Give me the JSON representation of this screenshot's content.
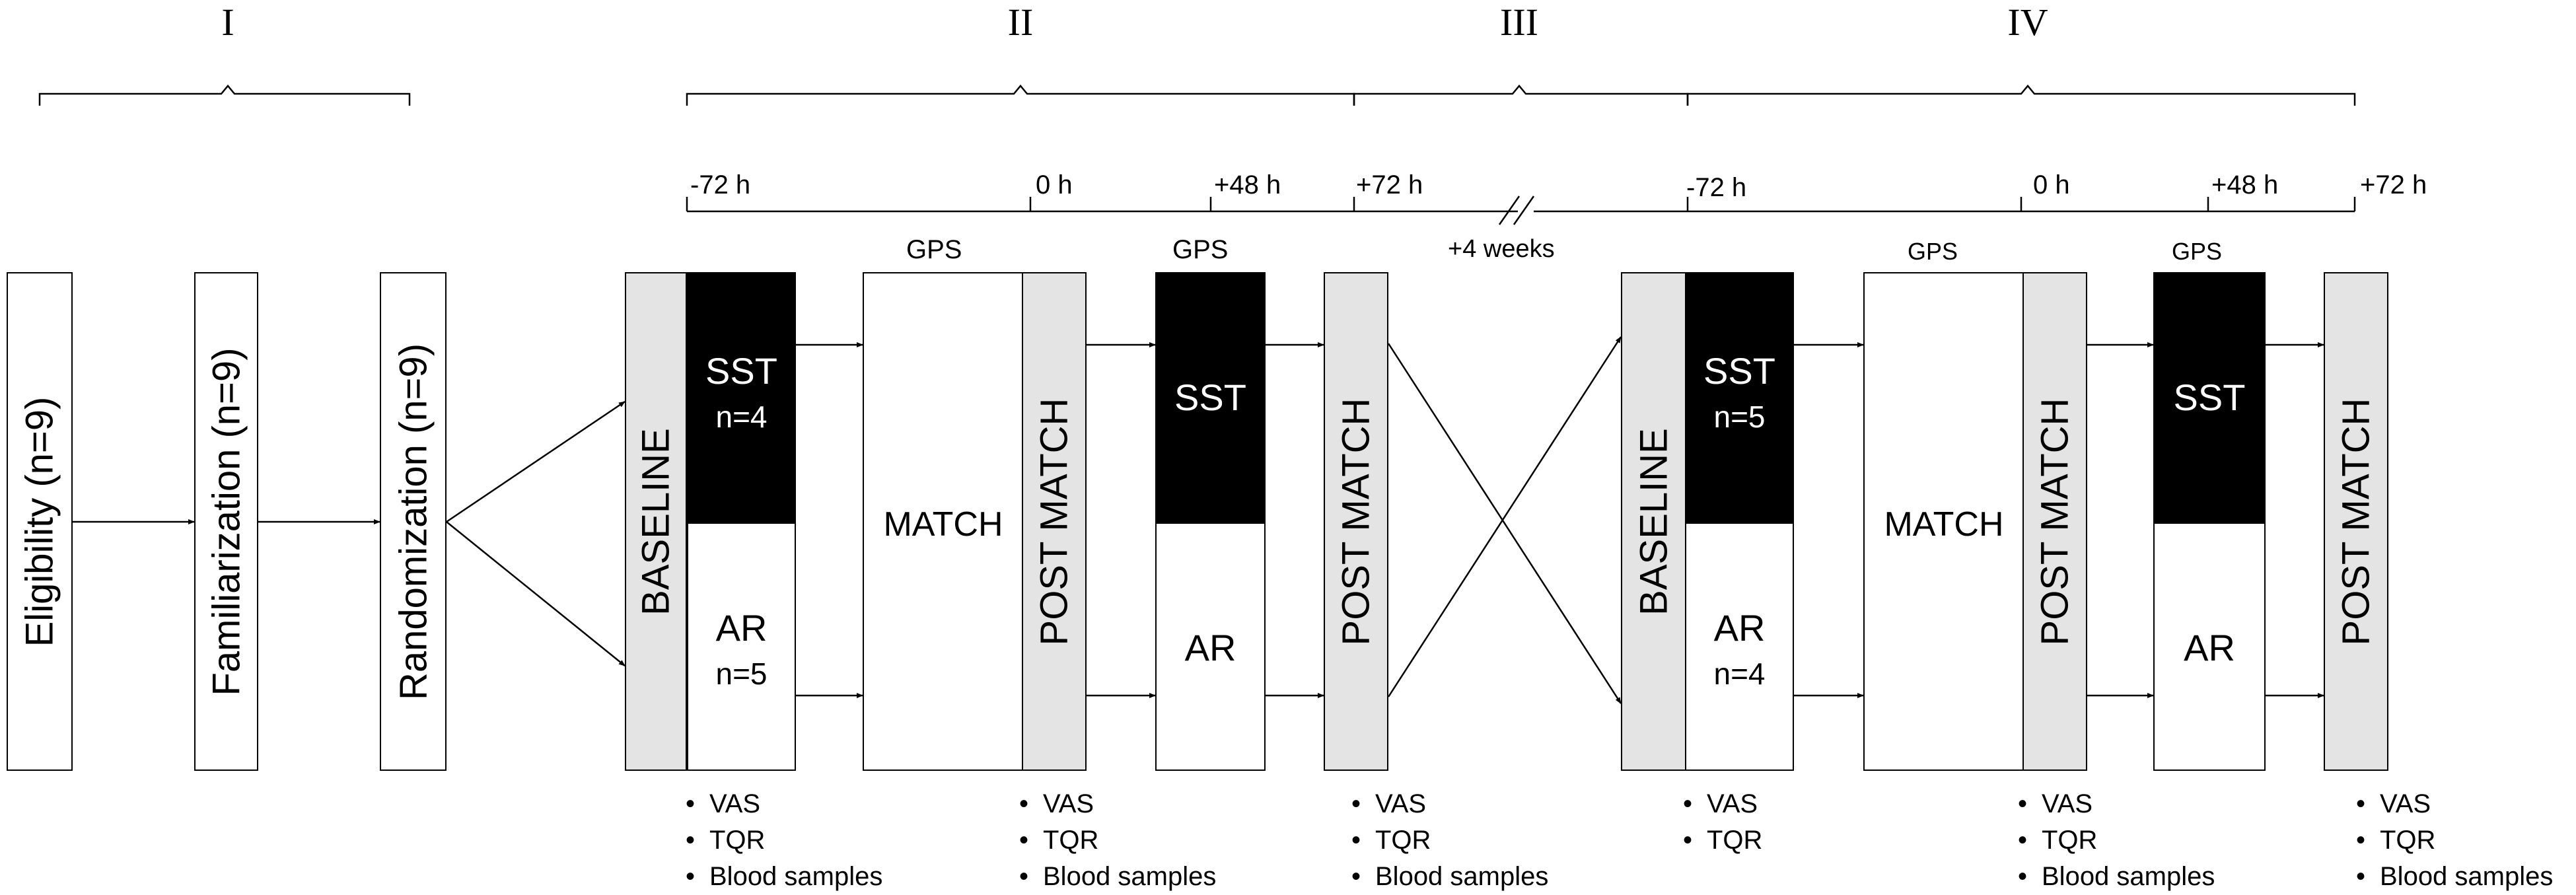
{
  "phases": [
    "I",
    "II",
    "III",
    "IV"
  ],
  "enrollment": {
    "eligibility": "Eligibility (n=9)",
    "familiarization": "Familiarization (n=9)",
    "randomization": "Randomization (n=9)"
  },
  "timeline": {
    "period1": [
      "-72 h",
      "0 h",
      "+48 h",
      "+72 h"
    ],
    "period2": [
      "-72 h",
      "0 h",
      "+48 h",
      "+72 h"
    ],
    "washout": "+4 weeks"
  },
  "period1": {
    "baseline": "BASELINE",
    "sst_label": "SST",
    "sst_n": "n=4",
    "ar_label": "AR",
    "ar_n": "n=5",
    "gps_match": "GPS",
    "match": "MATCH",
    "post_match_1": "POST MATCH",
    "gps_recovery": "GPS",
    "sst2": "SST",
    "ar2": "AR",
    "post_match_2": "POST MATCH"
  },
  "period2": {
    "baseline": "BASELINE",
    "sst_label": "SST",
    "sst_n": "n=5",
    "ar_label": "AR",
    "ar_n": "n=4",
    "gps_match": "GPS",
    "match": "MATCH",
    "post_match_1": "POST MATCH",
    "gps_recovery": "GPS",
    "sst2": "SST",
    "ar2": "AR",
    "post_match_2": "POST MATCH"
  },
  "measures": {
    "full": [
      "VAS",
      "TQR",
      "Blood samples"
    ],
    "baseline2": [
      "VAS",
      "TQR"
    ]
  }
}
